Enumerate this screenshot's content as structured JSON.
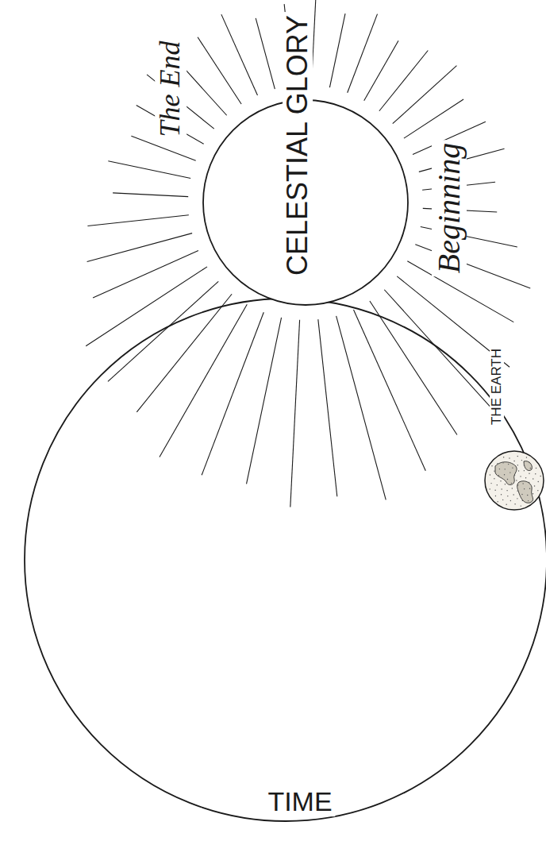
{
  "diagram": {
    "nodes": [
      {
        "text": [
          "CELESTIAL GLORY"
        ]
      },
      {
        "text": [
          "THE EARTH"
        ]
      },
      {
        "text": [
          "TIME"
        ]
      }
    ],
    "labels": [
      "The End",
      "Beginning"
    ]
  }
}
